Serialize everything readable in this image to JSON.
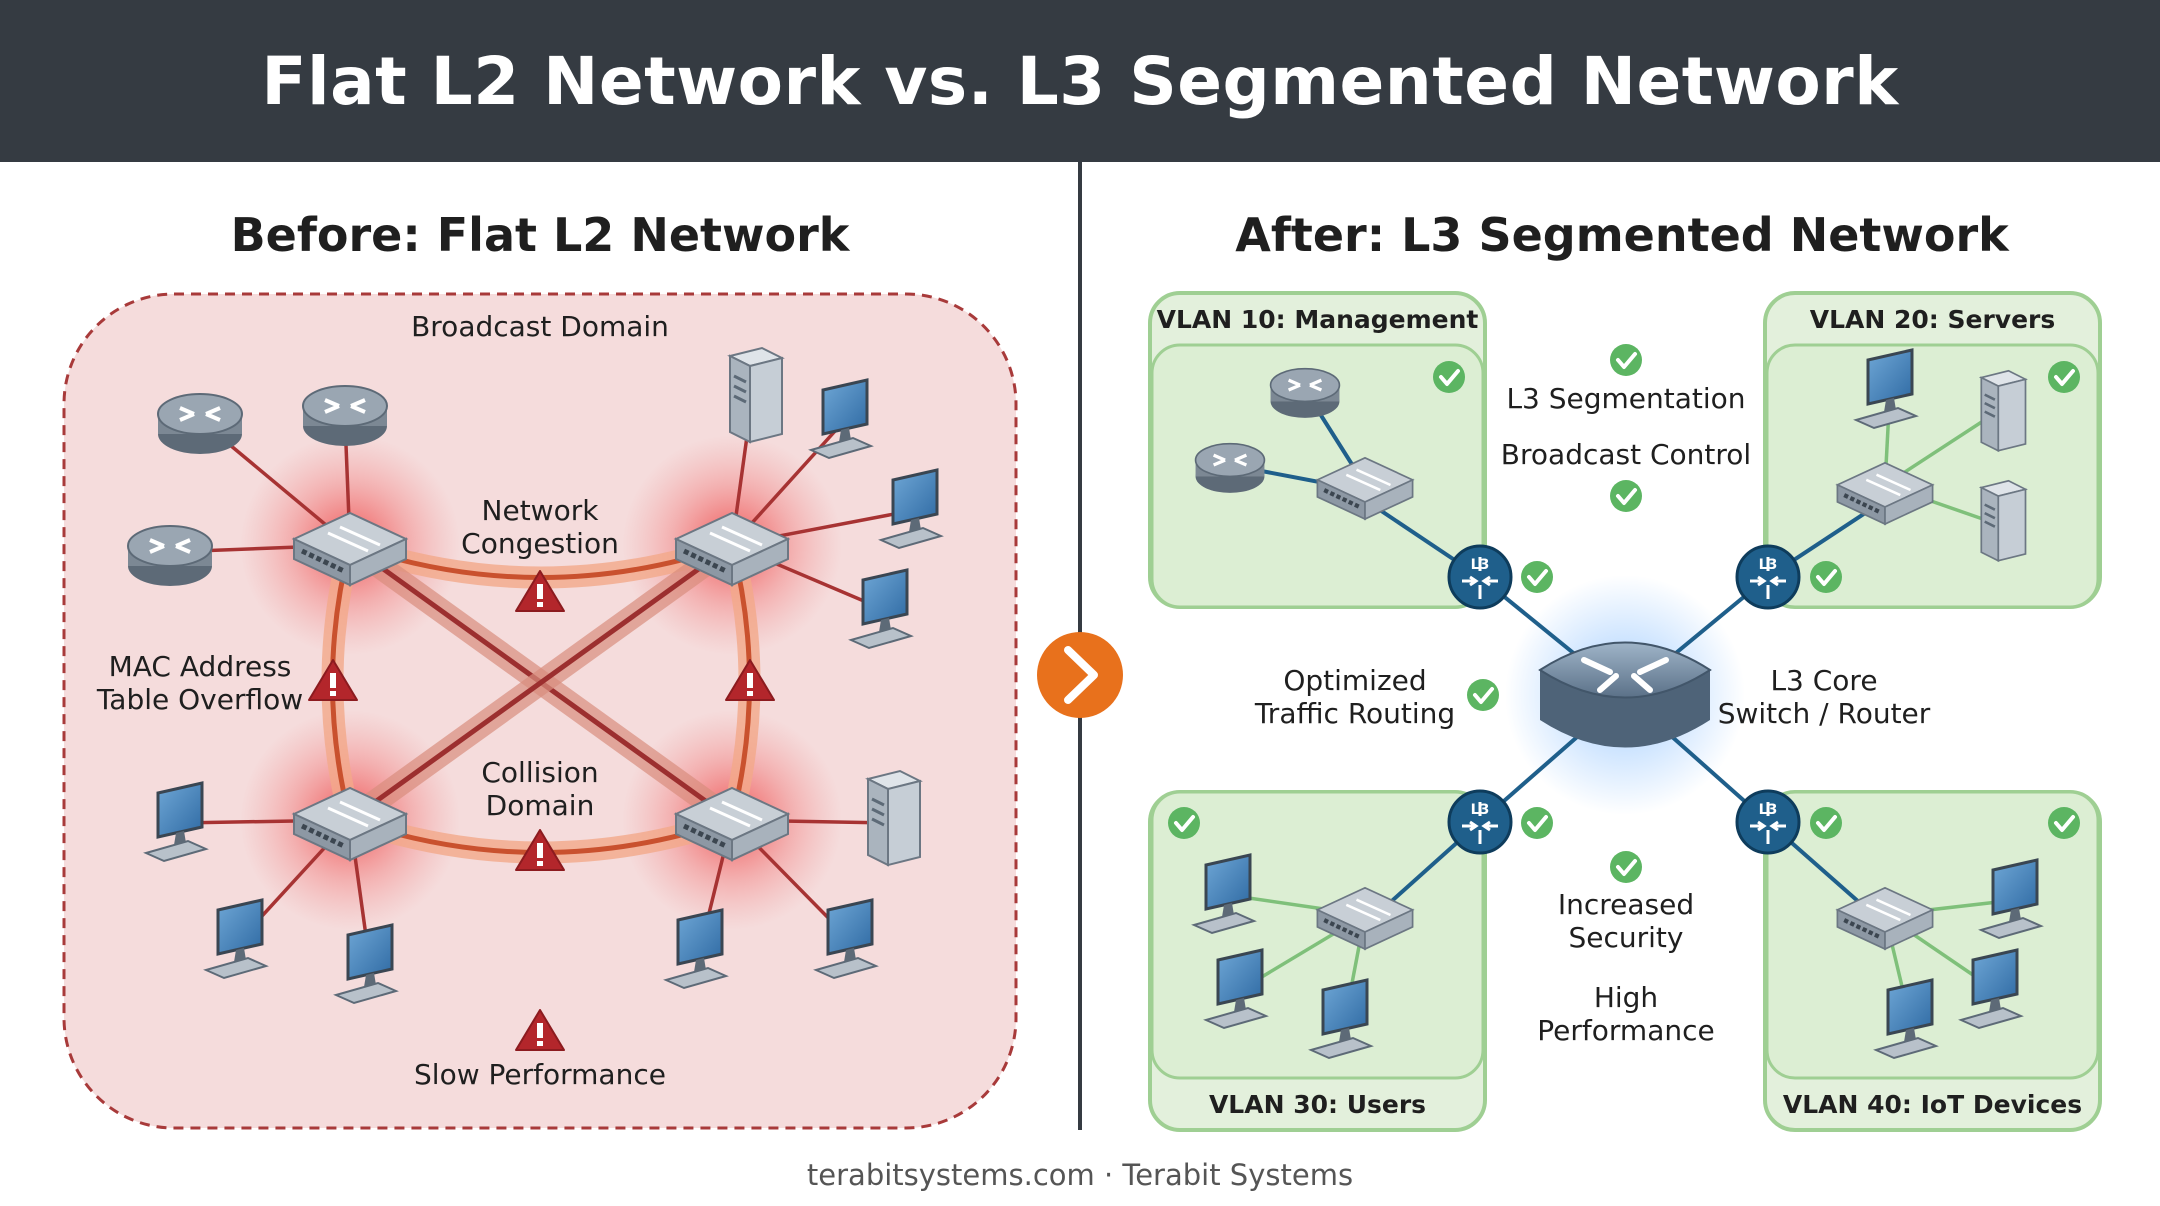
{
  "title": "Flat L2 Network vs. L3 Segmented Network",
  "before": {
    "heading": "Before: Flat L2 Network",
    "broadcast_domain": "Broadcast Domain",
    "network_congestion": "Network\nCongestion",
    "mac_overflow": "MAC Address\nTable Overflow",
    "collision_domain": "Collision\nDomain",
    "slow_performance": "Slow Performance"
  },
  "after": {
    "heading": "After: L3 Segmented Network",
    "vlans": [
      {
        "label": "VLAN 10: Management"
      },
      {
        "label": "VLAN 20: Servers"
      },
      {
        "label": "VLAN 30: Users"
      },
      {
        "label": "VLAN 40: IoT Devices"
      }
    ],
    "benefits": {
      "l3_segmentation": "L3 Segmentation",
      "broadcast_control": "Broadcast Control",
      "optimized_routing": "Optimized\nTraffic Routing",
      "core_switch": "L3 Core\nSwitch / Router",
      "increased_security": "Increased\nSecurity",
      "high_performance": "High\nPerformance"
    },
    "router_badge": "L3"
  },
  "footer": "terabitsystems.com · Terabit Systems",
  "colors": {
    "header_bg": "#353b42",
    "problem_zone": "#f5dcdc",
    "problem_border": "#a83a3a",
    "warning": "#b3262b",
    "vlan_fill": "#e3f0dc",
    "vlan_border": "#9fcf93",
    "check": "#5cb562",
    "router_blue": "#1f5f8b",
    "arrow_orange": "#e8711c"
  }
}
